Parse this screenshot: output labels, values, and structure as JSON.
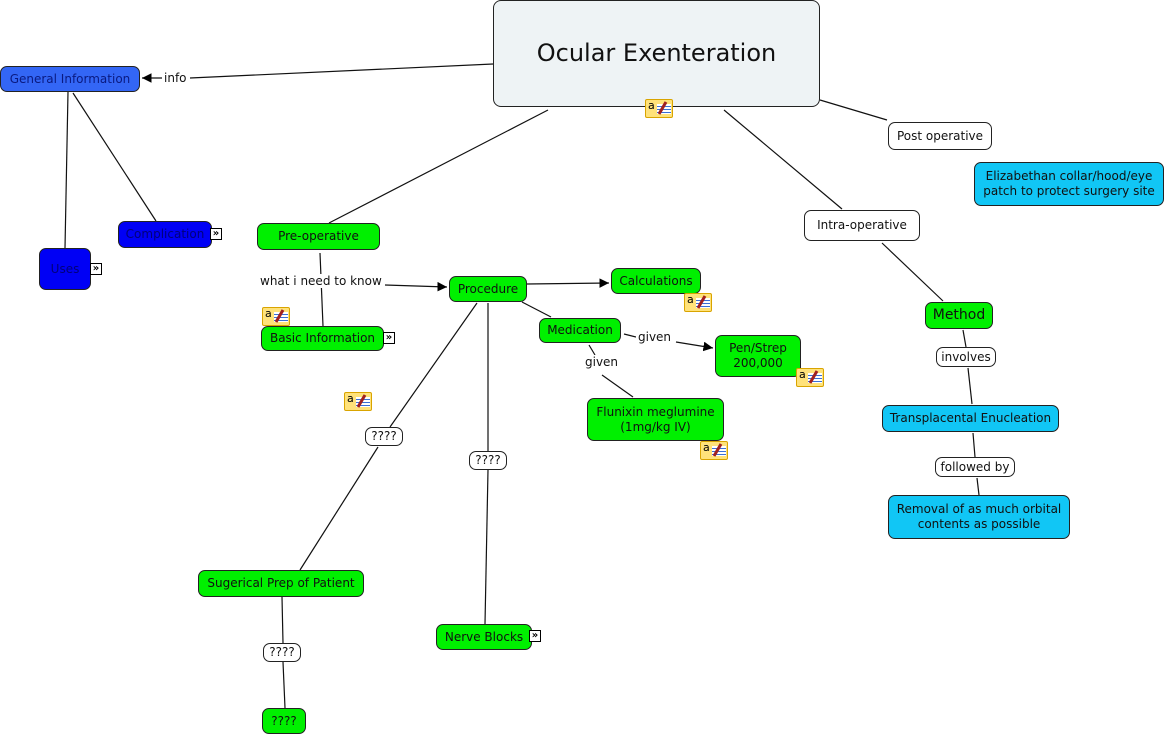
{
  "title": "Ocular Exenteration",
  "colors": {
    "green": "#00f000",
    "blue": "#0000f5",
    "light_blue": "#3366f5",
    "cyan": "#11c6f5",
    "title_bg": "#eef3f5",
    "white": "#ffffff"
  },
  "nodes": [
    {
      "id": "title",
      "text": "Ocular Exenteration",
      "color": "#eef3f5",
      "note": true
    },
    {
      "id": "general",
      "text": "General Information",
      "color": "#3366f5"
    },
    {
      "id": "complication",
      "text": "Complication",
      "color": "#0000f5",
      "expand": true
    },
    {
      "id": "uses",
      "text": "Uses",
      "color": "#0000f5",
      "expand": true
    },
    {
      "id": "preop",
      "text": "Pre-operative",
      "color": "#00f000"
    },
    {
      "id": "basic",
      "text": "Basic Information",
      "color": "#00f000",
      "expand": true,
      "note": true
    },
    {
      "id": "procedure",
      "text": "Procedure",
      "color": "#00f000"
    },
    {
      "id": "calculations",
      "text": "Calculations",
      "color": "#00f000",
      "note": true
    },
    {
      "id": "medication",
      "text": "Medication",
      "color": "#00f000"
    },
    {
      "id": "penstrep",
      "text": "Pen/Strep 200,000",
      "color": "#00f000",
      "note": true
    },
    {
      "id": "flunixin",
      "text": "Flunixin meglumine (1mg/kg IV)",
      "color": "#00f000",
      "note": true
    },
    {
      "id": "q1",
      "text": "????",
      "color": "#ffffff"
    },
    {
      "id": "q2",
      "text": "????",
      "color": "#ffffff"
    },
    {
      "id": "prep",
      "text": "Sugerical Prep of Patient",
      "color": "#00f000"
    },
    {
      "id": "q3",
      "text": "????",
      "color": "#ffffff"
    },
    {
      "id": "q4",
      "text": "????",
      "color": "#00f000"
    },
    {
      "id": "nerve",
      "text": "Nerve Blocks",
      "color": "#00f000",
      "expand": true
    },
    {
      "id": "postop",
      "text": "Post operative",
      "color": "#ffffff"
    },
    {
      "id": "collar",
      "text": "Elizabethan collar/hood/eye patch to protect surgery site",
      "color": "#11c6f5"
    },
    {
      "id": "intraop",
      "text": "Intra-operative",
      "color": "#ffffff"
    },
    {
      "id": "method",
      "text": "Method",
      "color": "#00f000"
    },
    {
      "id": "involves",
      "text": "involves",
      "color": "#ffffff"
    },
    {
      "id": "transplacental",
      "text": "Transplacental Enucleation",
      "color": "#11c6f5"
    },
    {
      "id": "followed",
      "text": "followed by",
      "color": "#ffffff"
    },
    {
      "id": "removal",
      "text": "Removal of as much orbital contents as possible",
      "color": "#11c6f5"
    }
  ],
  "link_labels": [
    {
      "id": "info",
      "text": "info"
    },
    {
      "id": "know",
      "text": "what i need to know"
    },
    {
      "id": "given1",
      "text": "given"
    },
    {
      "id": "given2",
      "text": "given"
    }
  ],
  "icons": {
    "note": "annotation-note-icon",
    "expand": "nested-map-expand-icon"
  },
  "note_glyph": "a",
  "expand_glyph": "»"
}
